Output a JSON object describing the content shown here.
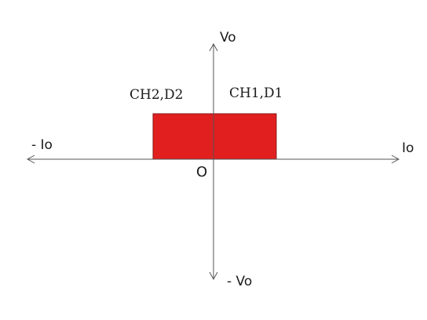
{
  "diagram": {
    "labels": {
      "vo_positive": "Vo",
      "vo_negative": "- Vo",
      "io_positive": "Io",
      "io_negative": "- Io",
      "origin": "O",
      "quadrant_2": "CH2,D2",
      "quadrant_1": "CH1,D1"
    },
    "colors": {
      "region_fill": "#e11f1f",
      "region_stroke": "#8a1a1a",
      "axis": "#555555"
    }
  }
}
